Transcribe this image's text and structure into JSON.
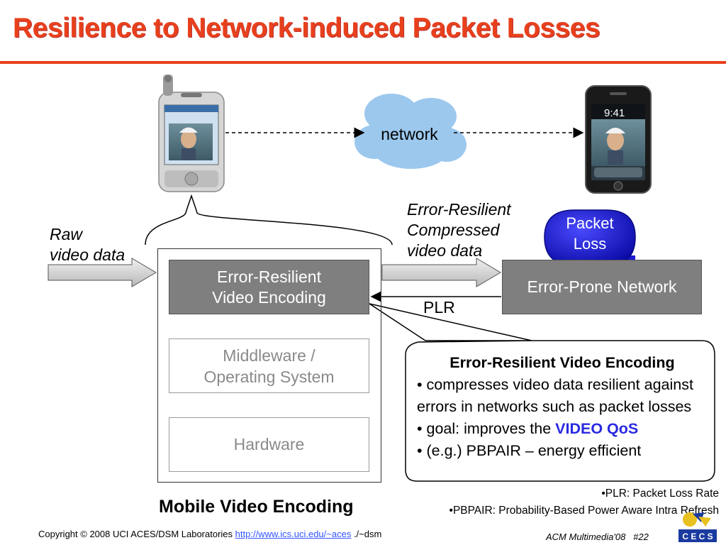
{
  "title": "Resilience to Network-induced Packet Losses",
  "diagram": {
    "sender_device": "pda-phone",
    "receiver_device": "smartphone",
    "receiver_clock": "9:41",
    "cloud_label": "network",
    "raw_label_line1": "Raw",
    "raw_label_line2": "video data",
    "encoding_box_line1": "Error-Resilient",
    "encoding_box_line2": "Video Encoding",
    "middleware_box_line1": "Middleware /",
    "middleware_box_line2": "Operating System",
    "hardware_box": "Hardware",
    "network_box": "Error-Prone Network",
    "compressed_label_line1": "Error-Resilient",
    "compressed_label_line2": "Compressed",
    "compressed_label_line3": "video data",
    "plr_label": "PLR",
    "packet_loss_line1": "Packet",
    "packet_loss_line2": "Loss",
    "mobile_label": "Mobile Video Encoding",
    "colors": {
      "title": "#e8401c",
      "box_gray": "#7f7f7f",
      "cloud": "#9cc8ee",
      "packet_loss": "#1a1ad0",
      "qos": "#2a2ae0"
    }
  },
  "callout": {
    "title": "Error-Resilient Video Encoding",
    "bullet1": "• compresses video data resilient against errors in networks such as packet losses",
    "bullet2_prefix": "• goal: improves the ",
    "bullet2_highlight": "VIDEO QoS",
    "bullet3": "• (e.g.) PBPAIR – energy efficient"
  },
  "footnotes": {
    "plr": "•PLR: Packet Loss Rate",
    "pbpair": "•PBPAIR: Probability-Based Power Aware Intra Refresh"
  },
  "footer": {
    "copyright_prefix": "Copyright © 2008  UCI ACES/DSM Laboratories  ",
    "link_text": "http://www.ics.uci.edu/~aces",
    "copyright_suffix": " ./~dsm",
    "conference": "ACM Multimedia'08",
    "slide_number": "#22",
    "logo_text": "C E C S"
  }
}
